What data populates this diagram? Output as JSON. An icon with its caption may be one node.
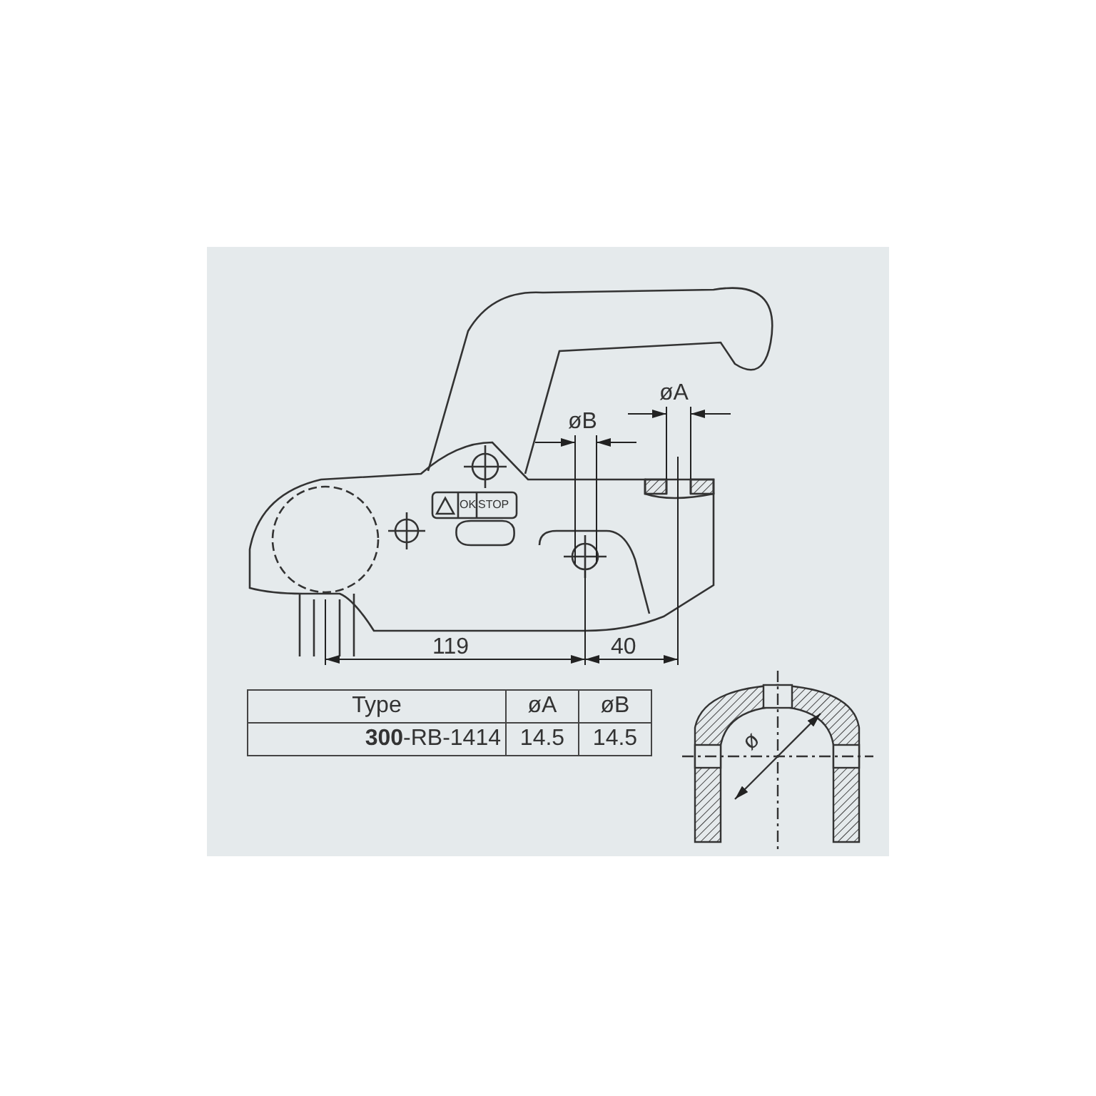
{
  "diagram": {
    "labels": [
      "øA",
      "øB",
      "OK",
      "STOP",
      "119",
      "40",
      "Type",
      "øA",
      "øB",
      "**300**-RB-1414",
      "14.5",
      "14.5",
      "ø"
    ]
  }
}
